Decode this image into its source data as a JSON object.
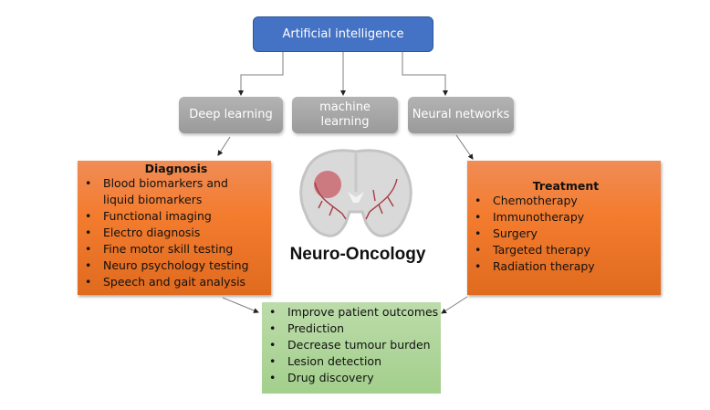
{
  "root": {
    "label": "Artificial intelligence",
    "color": "#4472c4"
  },
  "methods": [
    {
      "label": "Deep learning"
    },
    {
      "label": "machine learning"
    },
    {
      "label": "Neural networks"
    }
  ],
  "diagnosis": {
    "title": "Diagnosis",
    "items": [
      "Blood biomarkers and liquid biomarkers",
      "Functional imaging",
      "Electro diagnosis",
      "Fine motor skill testing",
      "Neuro psychology testing",
      "Speech and gait analysis"
    ]
  },
  "treatment": {
    "title": "Treatment",
    "items": [
      "Chemotherapy",
      "Immunotherapy",
      "Surgery",
      "Targeted therapy",
      "Radiation therapy"
    ]
  },
  "center": {
    "title": "Neuro-Oncology",
    "image": "brain-tumor-icon"
  },
  "outcomes": {
    "items": [
      "Improve patient outcomes",
      "Prediction",
      "Decrease tumour burden",
      "Lesion detection",
      "Drug discovery"
    ]
  }
}
